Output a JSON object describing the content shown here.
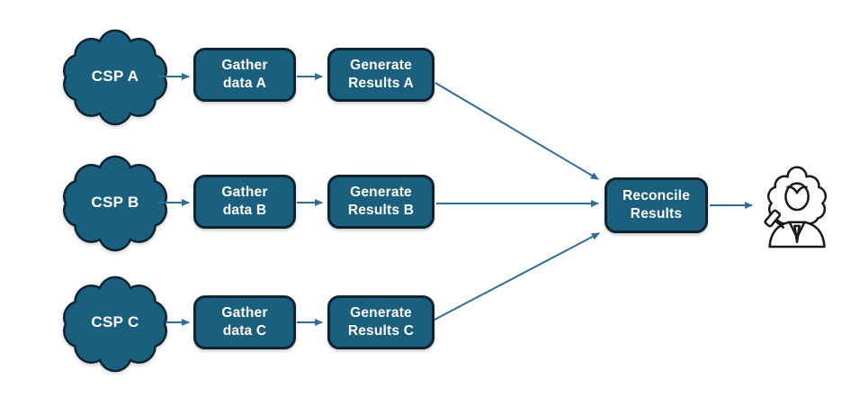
{
  "colors": {
    "background": "#FFFFFF",
    "shape_fill": "#1B5F7F",
    "shape_border": "#0E2431",
    "arrow": "#2C6E98",
    "label_text": "#FFFFFF",
    "icon_stroke": "#1A1A1A"
  },
  "clouds": {
    "a": {
      "label": "CSP A"
    },
    "b": {
      "label": "CSP B"
    },
    "c": {
      "label": "CSP C"
    }
  },
  "boxes": {
    "gather_a": {
      "label": "Gather\ndata A"
    },
    "generate_a": {
      "label": "Generate\nResults A"
    },
    "gather_b": {
      "label": "Gather\ndata B"
    },
    "generate_b": {
      "label": "Generate\nResults B"
    },
    "gather_c": {
      "label": "Gather\ndata C"
    },
    "generate_c": {
      "label": "Generate\nResults C"
    },
    "reconcile": {
      "label": "Reconcile\nResults"
    }
  },
  "icons": {
    "judge": {
      "name": "judge-with-gavel-icon"
    }
  },
  "connections": [
    {
      "from": "CSP A",
      "to": "Gather data A"
    },
    {
      "from": "Gather data A",
      "to": "Generate Results A"
    },
    {
      "from": "Generate Results A",
      "to": "Reconcile Results"
    },
    {
      "from": "CSP B",
      "to": "Gather data B"
    },
    {
      "from": "Gather data B",
      "to": "Generate Results B"
    },
    {
      "from": "Generate Results B",
      "to": "Reconcile Results"
    },
    {
      "from": "CSP C",
      "to": "Gather data C"
    },
    {
      "from": "Gather data C",
      "to": "Generate Results C"
    },
    {
      "from": "Generate Results C",
      "to": "Reconcile Results"
    },
    {
      "from": "Reconcile Results",
      "to": "Judge"
    }
  ]
}
